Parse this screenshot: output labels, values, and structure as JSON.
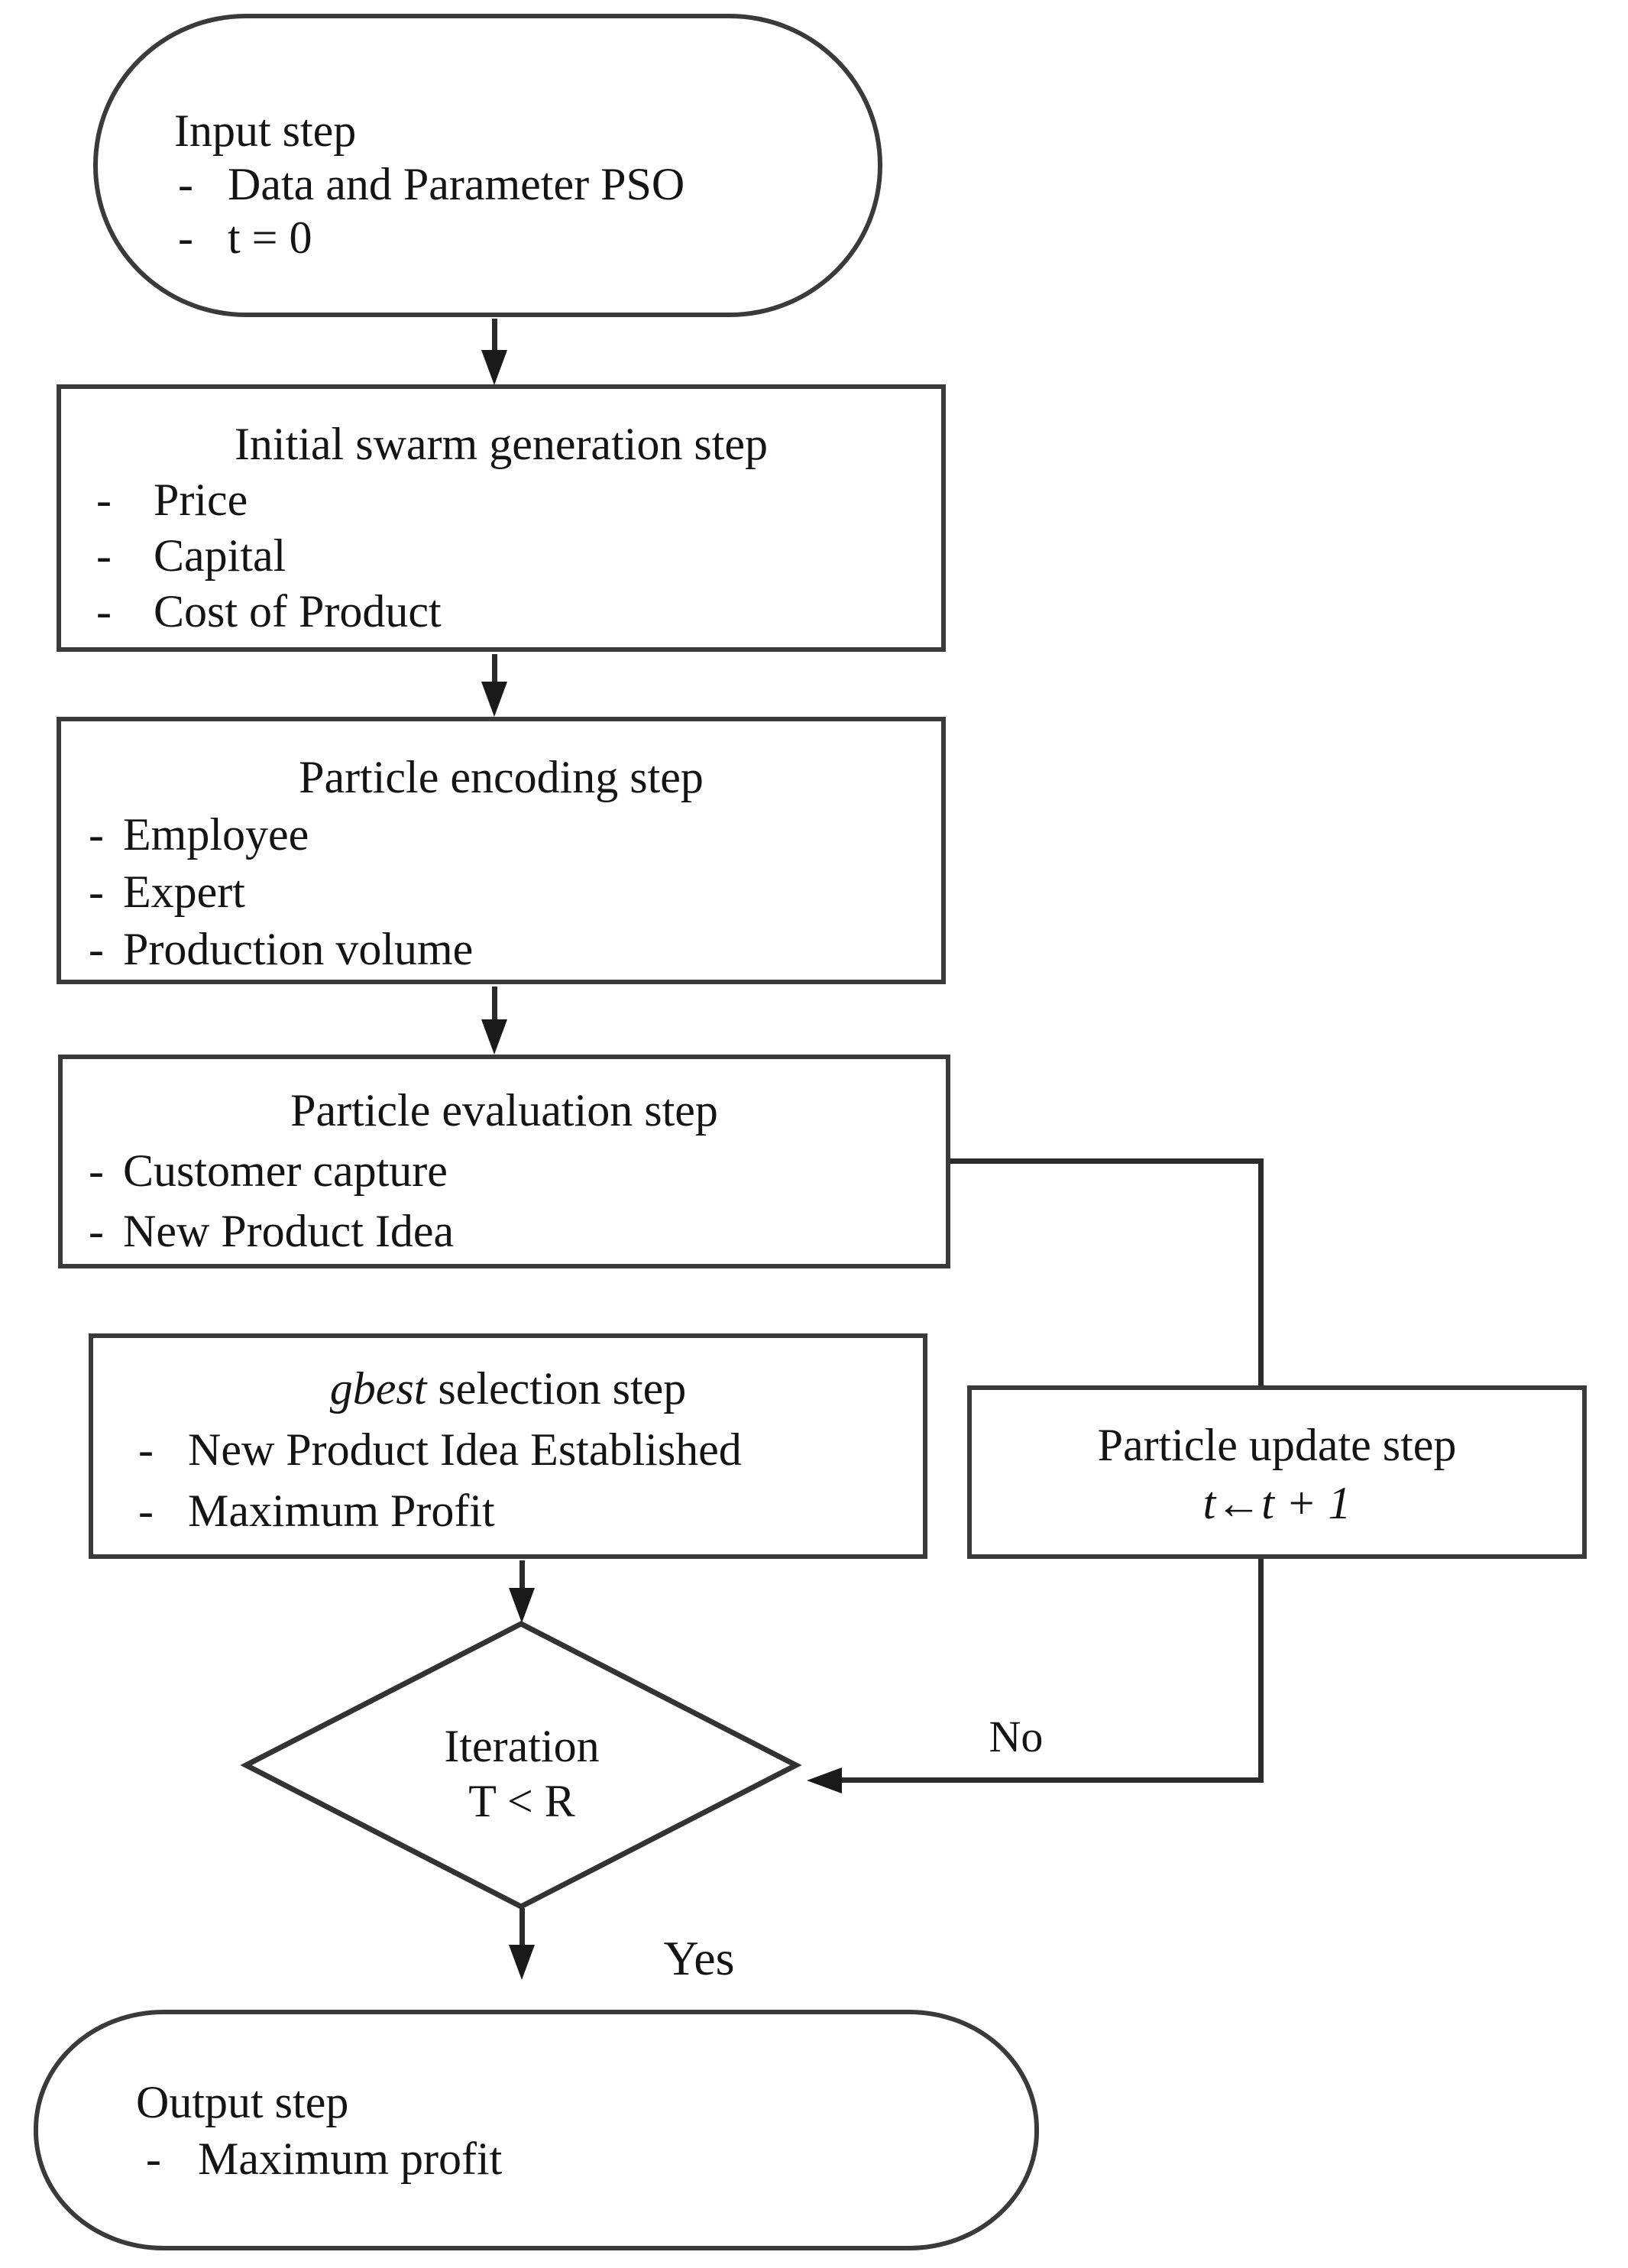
{
  "glyphs": {
    "dash": "-"
  },
  "labels": {
    "no": "No",
    "yes": "Yes"
  },
  "nodes": {
    "input": {
      "title": "Input step",
      "bullets": [
        "Data and Parameter PSO",
        "t = 0"
      ]
    },
    "swarm": {
      "title": "Initial swarm generation step",
      "bullets": [
        "Price",
        "Capital",
        "Cost of Product"
      ]
    },
    "encoding": {
      "title": "Particle encoding step",
      "bullets": [
        "Employee",
        "Expert",
        "Production volume"
      ]
    },
    "evaluation": {
      "title": "Particle evaluation step",
      "bullets": [
        "Customer capture",
        "New Product Idea"
      ]
    },
    "gbest": {
      "title_em": "gbest",
      "title_rest": " selection step",
      "bullets": [
        "New Product Idea Established",
        "Maximum Profit"
      ]
    },
    "update": {
      "title": "Particle update step",
      "formula": "t←t + 1"
    },
    "decision": {
      "title": "Iteration",
      "condition": "T < R"
    },
    "output": {
      "title": "Output step",
      "bullets": [
        "Maximum profit"
      ]
    }
  }
}
